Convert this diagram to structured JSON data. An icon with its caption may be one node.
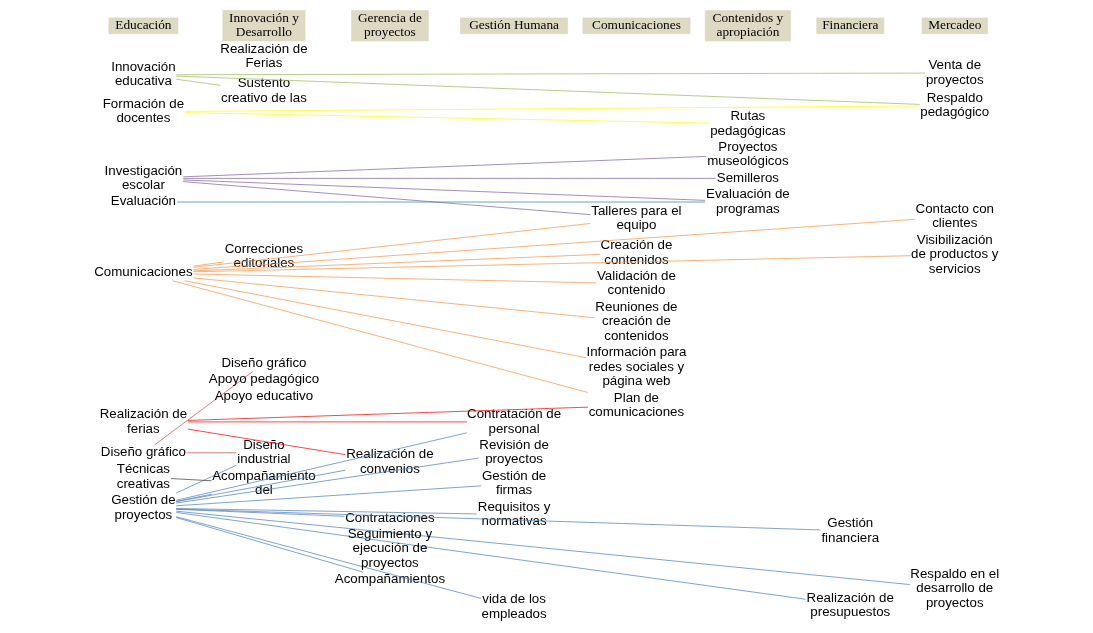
{
  "diagram": {
    "nodes": [
      {
        "text": [
          "Educación"
        ]
      },
      {
        "text": [
          "Innovación y Desarrollo"
        ]
      },
      {
        "text": [
          "Gerencia de proyectos"
        ]
      },
      {
        "text": [
          "Gestión Humana"
        ]
      },
      {
        "text": [
          "Comunicaciones"
        ]
      },
      {
        "text": [
          "Contenidos y apropiación"
        ]
      },
      {
        "text": [
          "Financiera"
        ]
      },
      {
        "text": [
          "Mercadeo"
        ]
      },
      {
        "text": [
          "Diseño gráfico"
        ]
      },
      {
        "text": [
          "Gestión de proyectos"
        ]
      },
      {
        "text": [
          "Comunicaciones"
        ]
      },
      {
        "text": [
          "Investigación escolar"
        ]
      },
      {
        "text": [
          "Innovación educativa"
        ]
      },
      {
        "text": [
          "Realización de ferias"
        ]
      },
      {
        "text": [
          "Formación de docentes"
        ]
      },
      {
        "text": [
          "Técnicas creativas"
        ]
      },
      {
        "text": [
          "Evaluación"
        ]
      },
      {
        "text": [
          "Diseño gráfico"
        ]
      },
      {
        "text": [
          "Diseño industrial"
        ]
      },
      {
        "text": [
          "Apoyo educativo"
        ]
      },
      {
        "text": [
          "Apoyo pedagógico"
        ]
      },
      {
        "text": [
          "Correcciones editoriales"
        ]
      },
      {
        "text": [
          "Acompañamiento del"
        ]
      },
      {
        "text": [
          "Sustento creativo de las"
        ]
      },
      {
        "text": [
          "Realización de Ferias"
        ]
      },
      {
        "text": [
          "Realización de convenios"
        ]
      },
      {
        "text": [
          "Contrataciones"
        ]
      },
      {
        "text": [
          "Acompañamientos"
        ]
      },
      {
        "text": [
          "Seguimiento y ejecución de proyectos"
        ]
      },
      {
        "text": [
          "Contratación de personal"
        ]
      },
      {
        "text": [
          "vida de los empleados"
        ]
      },
      {
        "text": [
          "Revisión de proyectos"
        ]
      },
      {
        "text": [
          "Gestión de firmas"
        ]
      },
      {
        "text": [
          "Requisitos y normativas"
        ]
      },
      {
        "text": [
          "Creación de contenidos"
        ]
      },
      {
        "text": [
          "Validación de contenido"
        ]
      },
      {
        "text": [
          "Talleres para el equipo"
        ]
      },
      {
        "text": [
          "Información para redes sociales y página web"
        ]
      },
      {
        "text": [
          "Reuniones de creación de contenidos"
        ]
      },
      {
        "text": [
          "Plan de comunicaciones"
        ]
      },
      {
        "text": [
          "Semilleros"
        ]
      },
      {
        "text": [
          "Rutas pedagógicas"
        ]
      },
      {
        "text": [
          "Proyectos museológicos"
        ]
      },
      {
        "text": [
          "Evaluación de programas"
        ]
      },
      {
        "text": [
          "Realización de presupuestos"
        ]
      },
      {
        "text": [
          "Gestión financiera"
        ]
      },
      {
        "text": [
          "Respaldo pedagógico"
        ]
      },
      {
        "text": [
          "Contacto con clientes"
        ]
      },
      {
        "text": [
          "Venta de proyectos"
        ]
      },
      {
        "text": [
          "Visibilización de productos y servicios"
        ]
      },
      {
        "text": [
          "Respaldo en el desarrollo de proyectos"
        ]
      }
    ],
    "edges": [
      {
        "from": 8,
        "to": 17,
        "arrow": "none",
        "color": "#c0504d"
      },
      {
        "from": 8,
        "to": 18,
        "arrow": "none",
        "color": "#c0504d"
      },
      {
        "from": 9,
        "to": 25,
        "arrow": "none"
      },
      {
        "from": 9,
        "to": 44,
        "arrow": "none"
      },
      {
        "from": 9,
        "to": 29,
        "arrow": "none"
      },
      {
        "from": 9,
        "to": 18,
        "arrow": "none"
      },
      {
        "from": 9,
        "to": 26,
        "arrow": "none"
      },
      {
        "from": 9,
        "to": 30,
        "arrow": "none"
      },
      {
        "from": 9,
        "to": 45,
        "arrow": "none"
      },
      {
        "from": 9,
        "to": 27,
        "arrow": "none"
      },
      {
        "from": 9,
        "to": 31,
        "arrow": "none"
      },
      {
        "from": 9,
        "to": 50,
        "arrow": "none"
      },
      {
        "from": 9,
        "to": 32,
        "arrow": "none"
      },
      {
        "from": 9,
        "to": 33,
        "arrow": "none"
      },
      {
        "from": 9,
        "to": 22,
        "arrow": "none"
      },
      {
        "from": 10,
        "to": 34,
        "arrow": "none",
        "color": "#f79646"
      },
      {
        "from": 10,
        "to": 35,
        "arrow": "none",
        "color": "#f79646"
      },
      {
        "from": 10,
        "to": 36,
        "arrow": "none",
        "color": "#f79646"
      },
      {
        "from": 10,
        "to": 47,
        "arrow": "none",
        "color": "#f79646"
      },
      {
        "from": 10,
        "to": 49,
        "arrow": "none",
        "color": "#f79646"
      },
      {
        "from": 10,
        "to": 37,
        "arrow": "none",
        "color": "#f79646"
      },
      {
        "from": 10,
        "to": 38,
        "arrow": "none",
        "color": "#f79646"
      },
      {
        "from": 10,
        "to": 39,
        "arrow": "none",
        "color": "#f79646"
      },
      {
        "from": 10,
        "to": 21,
        "arrow": "none",
        "color": "#f79646"
      },
      {
        "from": 11,
        "to": 40,
        "arrow": "none",
        "color": "#8064a2"
      },
      {
        "from": 11,
        "to": 36,
        "arrow": "none",
        "color": "#8064a2"
      },
      {
        "from": 11,
        "to": 42,
        "arrow": "none",
        "color": "#8064a2"
      },
      {
        "from": 11,
        "to": 43,
        "arrow": "none",
        "color": "#8064a2"
      },
      {
        "from": 12,
        "to": 46,
        "arrow": "none",
        "color": "#9bbb59"
      },
      {
        "from": 12,
        "to": 48,
        "arrow": "none",
        "color": "#9bbb59"
      },
      {
        "from": 12,
        "to": 23,
        "arrow": "none",
        "color": "#9bbb59"
      },
      {
        "from": 13,
        "to": 25,
        "arrow": "none",
        "color": "#ff0000"
      },
      {
        "from": 13,
        "to": 29,
        "arrow": "none",
        "color": "#ff0000"
      },
      {
        "from": 13,
        "to": 39,
        "arrow": "none",
        "color": "#ff0000"
      },
      {
        "from": 14,
        "to": 46,
        "arrow": "none",
        "color": "#ffff00"
      },
      {
        "from": 14,
        "to": 41,
        "arrow": "none",
        "color": "#ffff00"
      },
      {
        "from": 15,
        "to": 22,
        "arrow": "none",
        "color": "#404040"
      },
      {
        "from": 16,
        "to": 43,
        "arrow": "none",
        "color": "#31859c"
      }
    ]
  }
}
